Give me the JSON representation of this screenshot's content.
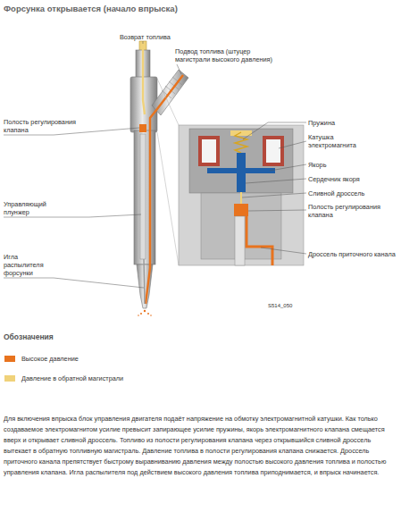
{
  "diagram": {
    "title": "Форсунка открывается (начало впрыска)",
    "caption": "Для включения впрыска блок управления двигателя подаёт напряжение на обмотку электромагнитной катушки. Как только создаваемое электромагнитом усилие превысит запирающее усилие пружины, якорь электромагнитного клапана смещается вверх и открывает сливной дроссель. Топливо из полости регулирования клапана через открывшийся сливной дроссель вытекает в обратную топливную магистраль. Давление топлива в полости регулирования клапана снижается. Дроссель приточного канала препятствует быстрому выравниванию давления между полостью высокого давления топлива и полостью управления клапана. Игла распылителя под действием высокого давления топлива приподнимается, и впрыск начинается.",
    "labels": [
      "Возврат топлива",
      "Подвод топлива (штуцер магистрали высокого давления)",
      "Полость регулирования клапана",
      "Управляющий плунжер",
      "Игла распылителя форсунки",
      "Пружина",
      "Катушка электромагнита",
      "Якорь",
      "Сердечник якоря",
      "Сливной дроссель",
      "Полость регулирования клапана",
      "Дроссель приточного канала",
      "S514_050",
      "Обозначения"
    ],
    "legend": [
      {
        "text": "Высокое давление",
        "color": "#e8731e"
      },
      {
        "text": "Давление в обратной магистрали",
        "color": "#f0d27a"
      }
    ]
  }
}
